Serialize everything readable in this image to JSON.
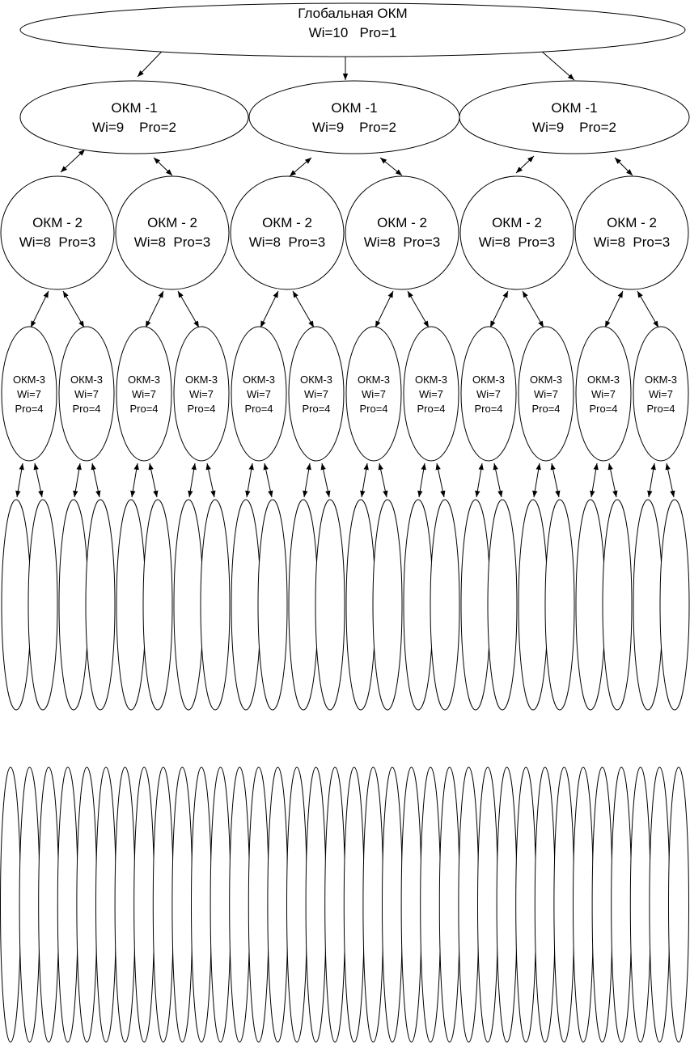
{
  "diagram": {
    "global": {
      "title": "Глобальная ОКМ",
      "params": "Wi=10   Pro=1"
    },
    "level1": {
      "count": 3,
      "title": "ОКМ -1",
      "params": "Wi=9    Pro=2"
    },
    "level2": {
      "count": 6,
      "title": "ОКМ - 2",
      "params": "Wi=8  Pro=3"
    },
    "level3": {
      "count": 12,
      "title": "ОКМ-3",
      "wi": "Wi=7",
      "pro": "Pro=4"
    },
    "level4": {
      "count": 24
    },
    "level5": {
      "count": 36
    },
    "colors": {
      "stroke": "#000000",
      "fill": "#ffffff"
    }
  }
}
